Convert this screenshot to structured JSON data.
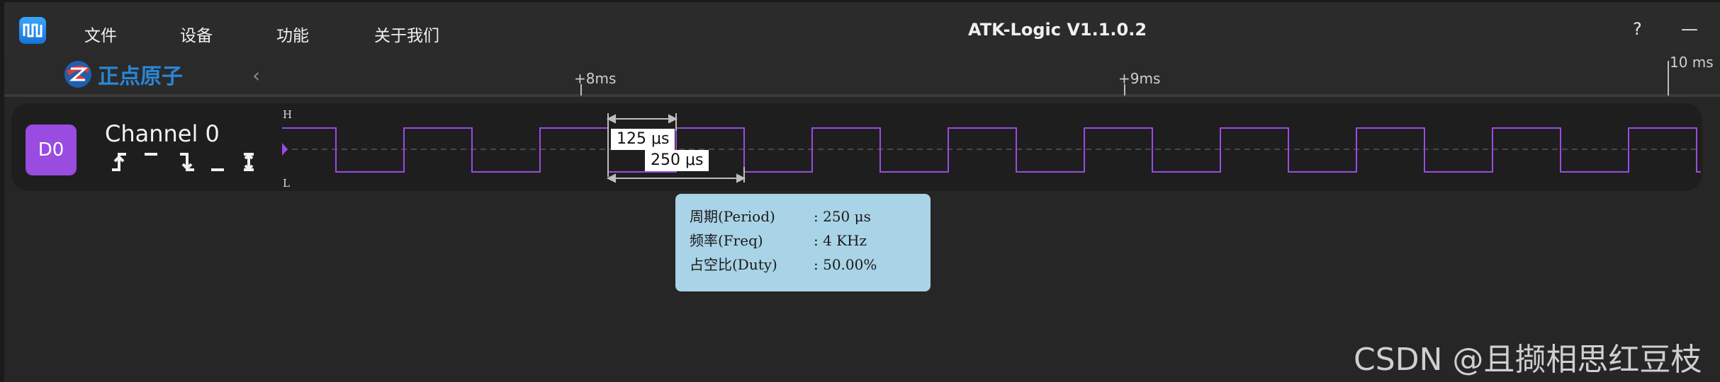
{
  "menu": {
    "file": "文件",
    "device": "设备",
    "function": "功能",
    "about": "关于我们"
  },
  "app_title": "ATK-Logic  V1.1.0.2",
  "window_buttons": {
    "help": "?",
    "minimize": "—"
  },
  "logo_text": "正点原子",
  "ruler": {
    "ticks": [
      {
        "label": "+8ms"
      },
      {
        "label": "+9ms"
      },
      {
        "label": "10 ms"
      }
    ]
  },
  "channel": {
    "badge": "D0",
    "name": "Channel 0",
    "high_label": "H",
    "low_label": "L",
    "color": "#9a4be0"
  },
  "measurements": {
    "half_period": "125 μs",
    "period": "250 μs"
  },
  "info": {
    "period_key": "周期(Period)",
    "period_val": ":  250  μs",
    "freq_key": "频率(Freq)",
    "freq_val": ":  4  KHz",
    "duty_key": "占空比(Duty)",
    "duty_val": ":  50.00%"
  },
  "watermark": "CSDN @且撷相思红豆枝"
}
